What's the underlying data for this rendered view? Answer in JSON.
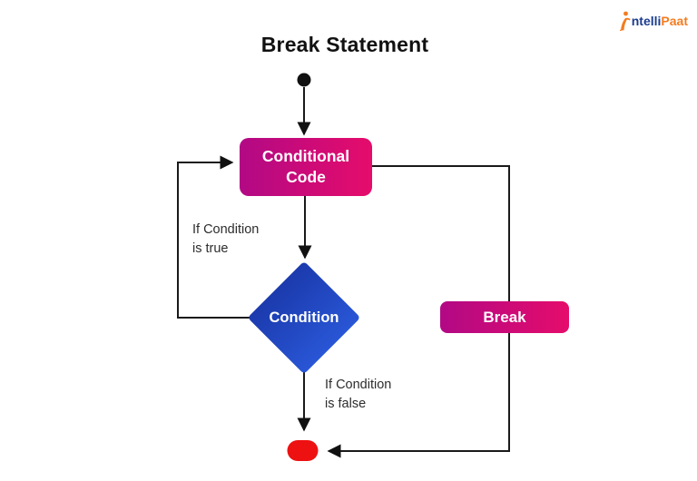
{
  "title": "Break Statement",
  "logo": {
    "blue_text": "ntelli",
    "orange_text": "Paat"
  },
  "nodes": {
    "start": {
      "type": "start-dot"
    },
    "conditional_code": {
      "label": "Conditional Code"
    },
    "condition": {
      "label": "Condition"
    },
    "break_box": {
      "label": "Break"
    },
    "end": {
      "type": "end-dot"
    }
  },
  "edge_labels": {
    "true_branch": "If Condition\nis true",
    "false_branch": "If Condition\nis false"
  },
  "colors": {
    "pink_gradient_start": "#B20985",
    "pink_gradient_end": "#E50C6B",
    "blue_gradient_start": "#162F9D",
    "blue_gradient_end": "#2E61E6",
    "end_node_red": "#EE1111",
    "line_color": "#1A1A1A",
    "logo_blue": "#1B3C8F",
    "logo_orange": "#F47C20"
  }
}
